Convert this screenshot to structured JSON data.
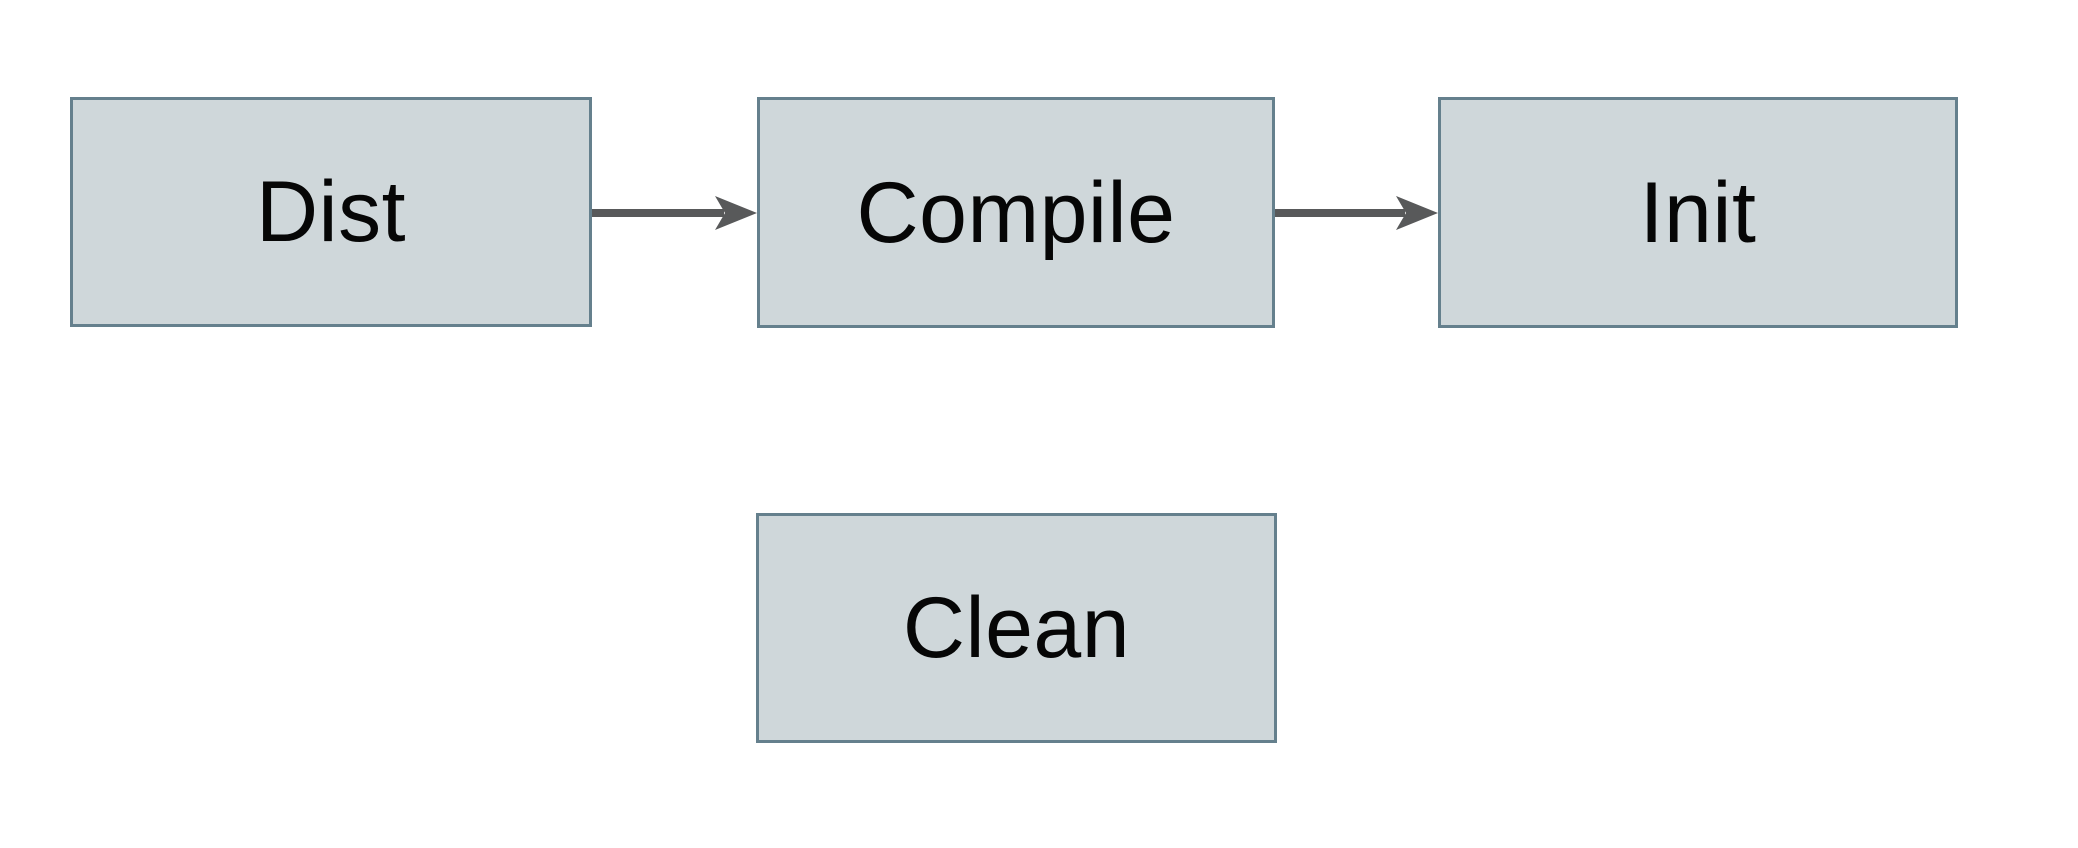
{
  "diagram": {
    "type": "flowchart",
    "nodes": [
      {
        "id": "dist",
        "label": "Dist"
      },
      {
        "id": "compile",
        "label": "Compile"
      },
      {
        "id": "init",
        "label": "Init"
      },
      {
        "id": "clean",
        "label": "Clean"
      }
    ],
    "edges": [
      {
        "from": "dist",
        "to": "compile",
        "style": "arrow-right"
      },
      {
        "from": "compile",
        "to": "init",
        "style": "arrow-right"
      }
    ],
    "colors": {
      "background": "#ffffff",
      "node_fill": "#cfd7da",
      "node_border": "#65808d",
      "arrow": "#58595a",
      "text": "#060606"
    }
  }
}
